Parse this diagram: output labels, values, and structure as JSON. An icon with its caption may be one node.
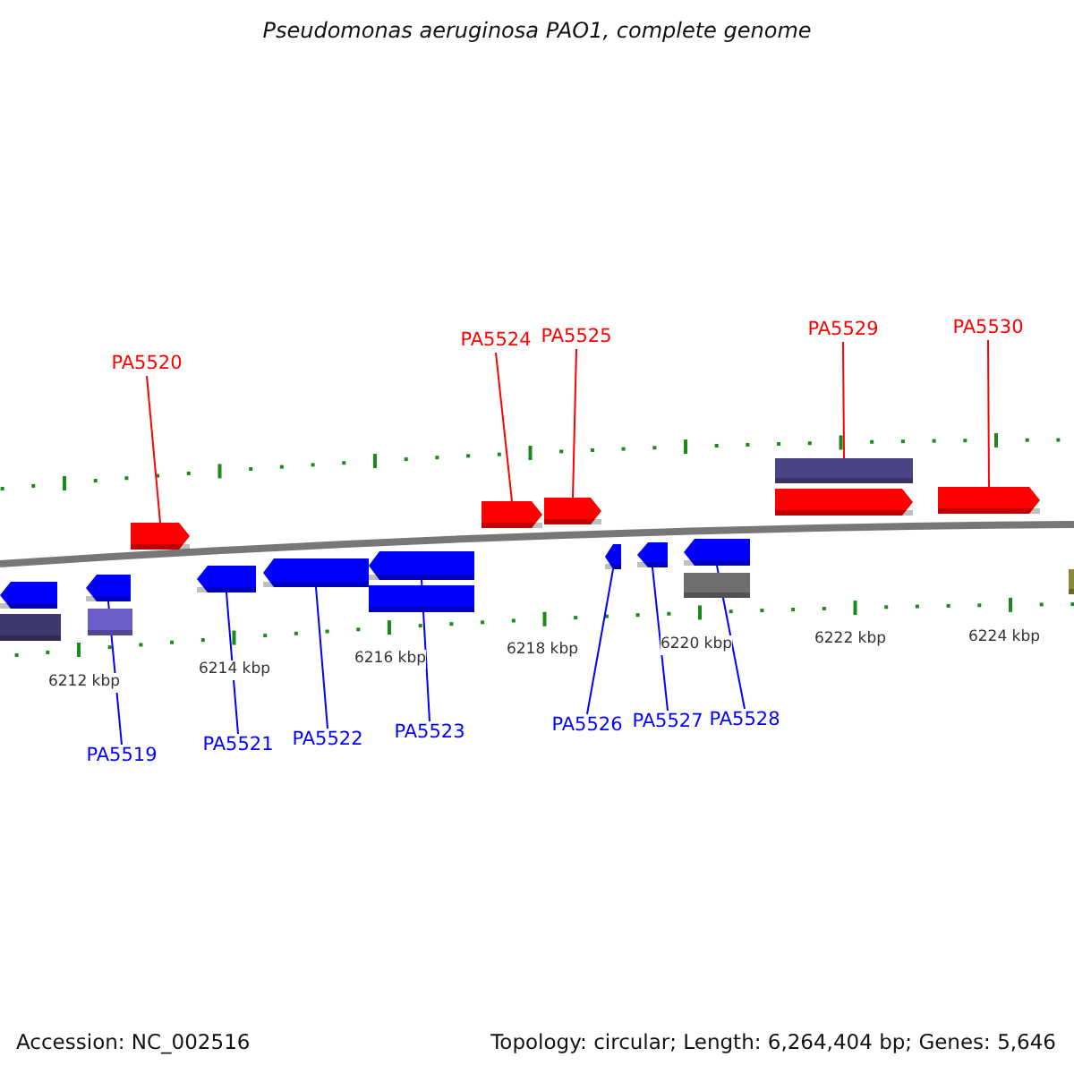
{
  "diagram": {
    "title": "Pseudomonas aeruginosa PAO1, complete genome",
    "nodes": [
      {
        "text": [
          "PA5520"
        ]
      },
      {
        "text": [],
        "shape": "bar"
      },
      {
        "text": [
          "PA5524"
        ]
      },
      {
        "text": [],
        "shape": "bar"
      },
      {
        "text": [
          "PA5525"
        ]
      },
      {
        "text": [],
        "shape": "bar"
      },
      {
        "text": [
          "PA5529"
        ]
      },
      {
        "text": [],
        "shape": "bar"
      },
      {
        "text": [
          "PA5530"
        ]
      },
      {
        "text": [],
        "shape": "bar"
      },
      {
        "text": [
          "PA5519"
        ]
      },
      {
        "text": [],
        "shape": "bar"
      },
      {
        "text": [
          "PA5521"
        ]
      },
      {
        "text": [],
        "shape": "bar"
      },
      {
        "text": [
          "PA5522"
        ]
      },
      {
        "text": [],
        "shape": "bar"
      },
      {
        "text": [
          "PA5523"
        ]
      },
      {
        "text": [],
        "shape": "bar"
      },
      {
        "text": [
          "PA5526"
        ]
      },
      {
        "text": [],
        "shape": "bar"
      },
      {
        "text": [
          "PA5527"
        ]
      },
      {
        "text": [],
        "shape": "bar"
      },
      {
        "text": [
          "PA5528"
        ]
      },
      {
        "text": [],
        "shape": "bar"
      },
      {
        "text": [],
        "shape": "bar"
      },
      {
        "text": [],
        "shape": "bar"
      },
      {
        "text": [],
        "shape": "bar"
      },
      {
        "text": [],
        "shape": "bar"
      },
      {
        "text": [],
        "shape": "bar"
      },
      {
        "text": [],
        "shape": "bar"
      },
      {
        "text": [],
        "shape": "bar"
      }
    ],
    "edges": [
      {
        "from": 0,
        "to": 1,
        "arrow": "none",
        "color": "#ff0000"
      },
      {
        "from": 2,
        "to": 3,
        "arrow": "none",
        "color": "#ff0000"
      },
      {
        "from": 4,
        "to": 5,
        "arrow": "none",
        "color": "#ff0000"
      },
      {
        "from": 6,
        "to": 7,
        "arrow": "none",
        "color": "#ff0000"
      },
      {
        "from": 8,
        "to": 9,
        "arrow": "none",
        "color": "#ff0000"
      },
      {
        "from": 10,
        "to": 11,
        "arrow": "none"
      },
      {
        "from": 12,
        "to": 13,
        "arrow": "none"
      },
      {
        "from": 14,
        "to": 15,
        "arrow": "none"
      },
      {
        "from": 16,
        "to": 17,
        "arrow": "none"
      },
      {
        "from": 18,
        "to": 19,
        "arrow": "none"
      },
      {
        "from": 20,
        "to": 21,
        "arrow": "none"
      },
      {
        "from": 22,
        "to": 23,
        "arrow": "none"
      }
    ],
    "labels": [
      "6212 kbp",
      "6214 kbp",
      "6216 kbp",
      "6218 kbp",
      "6220 kbp",
      "6222 kbp",
      "6224 kbp",
      "Accession: NC_002516",
      "Topology: circular; Length: 6,264,404 bp; Genes: 5,646"
    ]
  }
}
